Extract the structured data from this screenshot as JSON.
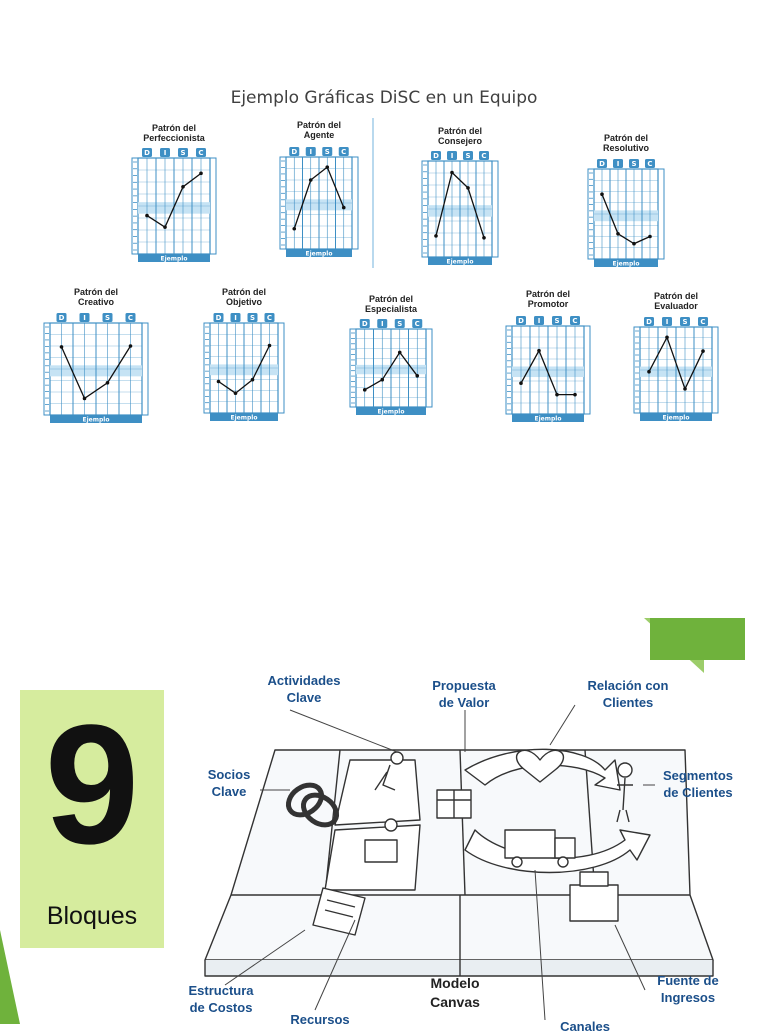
{
  "page": {
    "title": "Ejemplo Gráficas DiSC en un Equipo",
    "disc_letters": [
      "D",
      "I",
      "S",
      "C"
    ],
    "footer_label": "Ejemplo"
  },
  "patterns": [
    {
      "title": "Patrón del\nPerfeccionista",
      "levels": [
        0.4,
        0.28,
        0.7,
        0.84
      ]
    },
    {
      "title": "Patrón del\nAgente",
      "levels": [
        0.22,
        0.75,
        0.89,
        0.45
      ]
    },
    {
      "title": "Patrón del\nConsejero",
      "levels": [
        0.22,
        0.88,
        0.72,
        0.2
      ]
    },
    {
      "title": "Patrón del\nResolutivo",
      "levels": [
        0.72,
        0.28,
        0.17,
        0.25
      ]
    },
    {
      "title": "Patrón del\nCreativo",
      "levels": [
        0.74,
        0.18,
        0.35,
        0.75
      ]
    },
    {
      "title": "Patrón del\nObjetivo",
      "levels": [
        0.35,
        0.22,
        0.37,
        0.75
      ]
    },
    {
      "title": "Patrón del\nEspecialista",
      "levels": [
        0.22,
        0.35,
        0.7,
        0.4
      ]
    },
    {
      "title": "Patrón del\nPromotor",
      "levels": [
        0.35,
        0.72,
        0.22,
        0.22
      ]
    },
    {
      "title": "Patrón del\nEvaluador",
      "levels": [
        0.48,
        0.88,
        0.28,
        0.72
      ]
    }
  ],
  "canvas": {
    "number": "9",
    "number_label": "Bloques",
    "title": "Modelo\nCanvas",
    "blocks": [
      {
        "name": "actividades",
        "label": "Actividades\nClave"
      },
      {
        "name": "propuesta",
        "label": "Propuesta\nde Valor"
      },
      {
        "name": "relacion",
        "label": "Relación con\nClientes"
      },
      {
        "name": "socios",
        "label": "Socios\nClave"
      },
      {
        "name": "segmentos",
        "label": "Segmentos\nde Clientes"
      },
      {
        "name": "estructura",
        "label": "Estructura\nde Costos"
      },
      {
        "name": "recursos",
        "label": "Recursos"
      },
      {
        "name": "canales",
        "label": "Canales"
      },
      {
        "name": "fuente",
        "label": "Fuente de\nIngresos"
      }
    ]
  },
  "colors": {
    "chart_blue": "#3e8fc4",
    "chart_band": "#c6e3f4",
    "label_blue": "#1b4f8a",
    "green_dark": "#6fb23c",
    "green_light": "#d6ec9e"
  }
}
